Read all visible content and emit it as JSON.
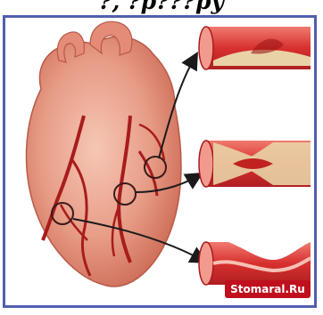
{
  "caption": {
    "text": "?, ?p???py"
  },
  "watermark": {
    "text": "Stomaral.Ru"
  },
  "colors": {
    "frame": "#4f5fae",
    "heart_base": "#e79c86",
    "heart_shade": "#c9624f",
    "vessel": "#a81c1c",
    "artery_wall": "#d8302f",
    "plaque": "#e9d3a6",
    "arrow": "#1a1a1a",
    "watermark_bg": "#c0101e"
  },
  "icons": {
    "heart": "heart-anatomy-icon",
    "artery_cross_sections": [
      "artery-mild-plaque-icon",
      "artery-moderate-plaque-icon",
      "artery-narrowed-icon"
    ],
    "highlight_markers": [
      "circle-marker",
      "circle-marker",
      "circle-marker"
    ],
    "arrows": [
      "arrow-icon",
      "arrow-icon",
      "arrow-icon"
    ]
  }
}
